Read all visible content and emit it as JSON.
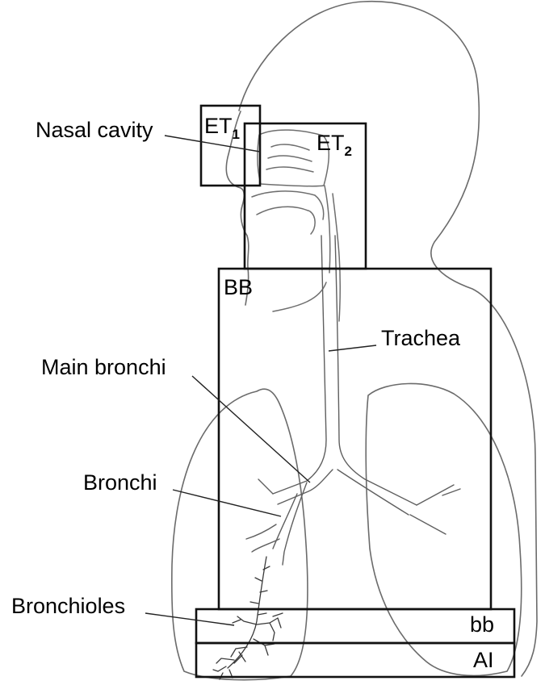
{
  "labels": {
    "nasal_cavity": "Nasal cavity",
    "trachea": "Trachea",
    "main_bronchi": "Main bronchi",
    "bronchi": "Bronchi",
    "bronchioles": "Bronchioles"
  },
  "regions": {
    "et1": {
      "main": "ET",
      "sub": "1"
    },
    "et2": {
      "main": "ET",
      "sub": "2"
    },
    "bb_upper": "BB",
    "bb_lower": "bb",
    "ai": "AI"
  }
}
